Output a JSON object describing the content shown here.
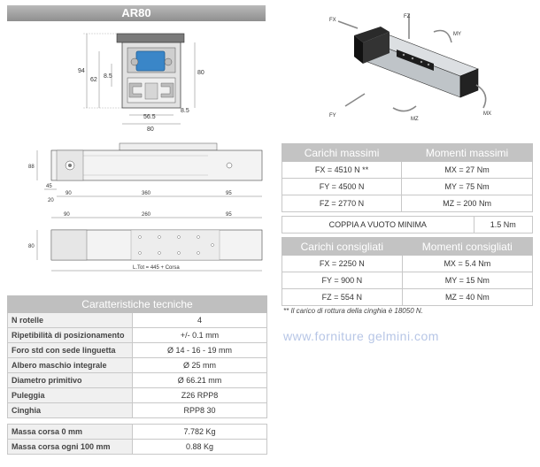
{
  "product": {
    "title": "AR80"
  },
  "drawing": {
    "section_dims": {
      "h94": "94",
      "h62": "62",
      "d8_5a": "8.5",
      "h80": "80",
      "d8_5b": "8.5",
      "w56_5": "56.5",
      "w80": "80"
    },
    "side_dims": {
      "h88": "88",
      "w45": "45",
      "w90": "90",
      "w360": "360",
      "w95": "95",
      "h20": "20"
    },
    "top_dims": {
      "w90": "90",
      "w260": "260",
      "w95": "95",
      "h80": "80",
      "total": "L.Tot = 445 + Corsa"
    }
  },
  "iso_labels": {
    "fx_top": "FX",
    "fz": "FZ",
    "my": "MY",
    "fy": "FY",
    "mz": "MZ",
    "mx": "MX"
  },
  "spec_table": {
    "header": "Caratteristiche tecniche",
    "rows": [
      {
        "label": "N rotelle",
        "value": "4"
      },
      {
        "label": "Ripetibilità di posizionamento",
        "value": "+/- 0.1 mm"
      },
      {
        "label": "Foro std con sede linguetta",
        "value": "Ø 14 - 16 - 19 mm"
      },
      {
        "label": "Albero maschio integrale",
        "value": "Ø 25 mm"
      },
      {
        "label": "Diametro primitivo",
        "value": "Ø 66.21 mm"
      },
      {
        "label": "Puleggia",
        "value": "Z26 RPP8"
      },
      {
        "label": "Cinghia",
        "value": "RPP8 30"
      }
    ],
    "mass_rows": [
      {
        "label": "Massa corsa 0 mm",
        "value": "7.782 Kg"
      },
      {
        "label": "Massa corsa ogni 100 mm",
        "value": "0.88 Kg"
      }
    ]
  },
  "loads_max": {
    "h1": "Carichi massimi",
    "h2": "Momenti massimi",
    "rows": [
      {
        "a": "FX = 4510 N **",
        "b": "MX = 27 Nm"
      },
      {
        "a": "FY = 4500 N",
        "b": "MY = 75 Nm"
      },
      {
        "a": "FZ = 2770 N",
        "b": "MZ = 200 Nm"
      }
    ]
  },
  "idle_torque": {
    "label": "COPPIA A VUOTO MINIMA",
    "value": "1.5 Nm"
  },
  "loads_rec": {
    "h1": "Carichi consigliati",
    "h2": "Momenti consigliati",
    "rows": [
      {
        "a": "FX = 2250 N",
        "b": "MX = 5.4 Nm"
      },
      {
        "a": "FY = 900 N",
        "b": "MY = 15 Nm"
      },
      {
        "a": "FZ = 554 N",
        "b": "MZ = 40 Nm"
      }
    ]
  },
  "note": "** Il carico di rottura della cinghia è 18050 N.",
  "watermark": "www.forniture gelmini.com",
  "colors": {
    "header_gray": "#bfbfbf",
    "profile_blue": "#3a86c8",
    "watermark": "#b7c6e6"
  }
}
